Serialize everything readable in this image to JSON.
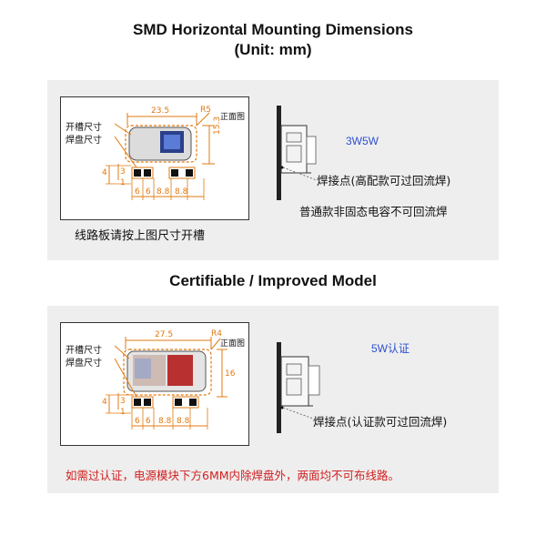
{
  "title1_line1": "SMD Horizontal Mounting Dimensions",
  "title1_line2": "(Unit: mm)",
  "title2": "Certifiable / Improved Model",
  "panel1": {
    "label_slot": "开槽尺寸",
    "label_pad": "焊盘尺寸",
    "front_view": "正面图",
    "dim_width": "23.5",
    "dim_radius": "R5",
    "dim_height": "15.3",
    "dim_left_small_1": "4",
    "dim_left_small_2": "3",
    "dim_left_small_3": "1",
    "dim_bottom": [
      "6",
      "6",
      "8.8",
      "8.8"
    ],
    "caption": "线路板请按上图尺寸开槽",
    "model": "3W5W",
    "weld_note": "焊接点(高配款可过回流焊)",
    "normal_note": "普通款非固态电容不可回流焊"
  },
  "panel2": {
    "label_slot": "开槽尺寸",
    "label_pad": "焊盘尺寸",
    "front_view": "正面图",
    "dim_width": "27.5",
    "dim_radius": "R4",
    "dim_height": "16",
    "dim_left_small_1": "4",
    "dim_left_small_2": "3",
    "dim_left_small_3": "1",
    "dim_bottom": [
      "6",
      "6",
      "8.8",
      "8.8"
    ],
    "model": "5W认证",
    "weld_note": "焊接点(认证款可过回流焊)",
    "red_note": "如需过认证，电源模块下方6MM内除焊盘外，两面均不可布线路。"
  },
  "colors": {
    "dimension": "#e07a10",
    "model_text": "#2d4fd2",
    "warning_text": "#d22020",
    "panel_bg": "#eeeeee"
  }
}
